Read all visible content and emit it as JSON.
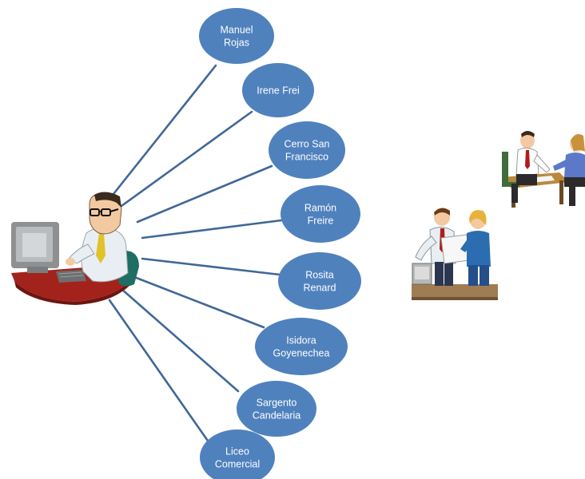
{
  "diagram": {
    "nodes": [
      {
        "lines": [
          "Manuel",
          "Rojas"
        ]
      },
      {
        "lines": [
          "Irene Frei"
        ]
      },
      {
        "lines": [
          "Cerro San",
          "Francisco"
        ]
      },
      {
        "lines": [
          "Ramón",
          "Freire"
        ]
      },
      {
        "lines": [
          "Rosita",
          "Renard"
        ]
      },
      {
        "lines": [
          "Isidora",
          "Goyenechea"
        ]
      },
      {
        "lines": [
          "Sargento",
          "Candelaria"
        ]
      },
      {
        "lines": [
          "Liceo",
          "Comercial"
        ]
      }
    ],
    "colors": {
      "node_fill": "#4f81bd",
      "node_text": "#ffffff",
      "connector": "#3f6797"
    },
    "center_icon": "person-at-computer-clipart",
    "side_images": [
      "meeting-at-desk-clipart",
      "two-colleagues-with-document-clipart"
    ]
  }
}
